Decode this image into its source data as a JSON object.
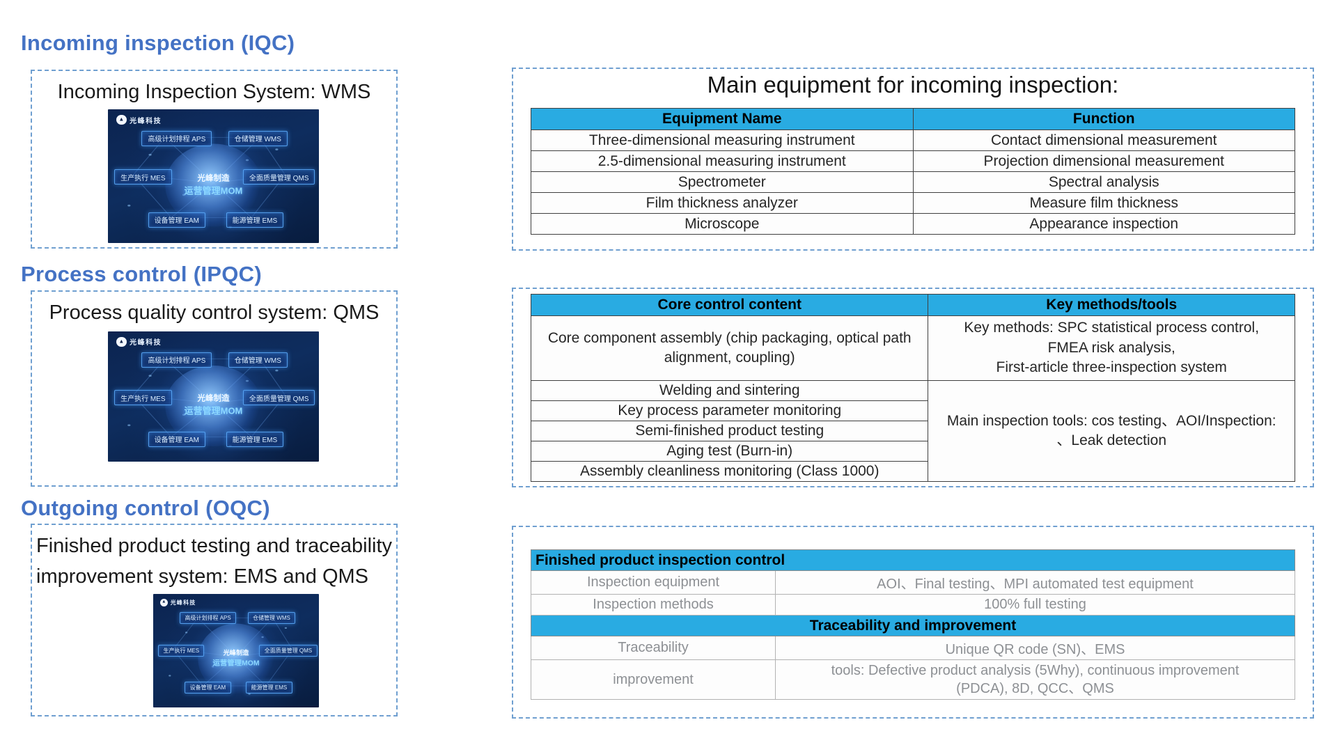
{
  "colors": {
    "heading_blue": "#4472C4",
    "table_header_cyan": "#29ABE2",
    "dashed_border_blue": "#6F9FD0",
    "diagram_navy": "#0C2450",
    "outgoing_text_gray": "#8D9094"
  },
  "sections": {
    "iqc": {
      "heading": "Incoming inspection  (IQC)",
      "box_title": "Incoming Inspection System:   WMS"
    },
    "ipqc": {
      "heading": "Process control  (IPQC)",
      "box_title": "Process quality control system:   QMS"
    },
    "oqc": {
      "heading": "Outgoing control  (OQC)",
      "box_title": "Finished product testing and traceability improvement system:   EMS and QMS"
    }
  },
  "mom": {
    "logo_mark": "▲",
    "logo_text": "光峰科技",
    "center_line1": "光峰制造",
    "center_line2": "运营管理MOM",
    "nodes": [
      "高级计划排程 APS",
      "仓储管理 WMS",
      "生产执行 MES",
      "全面质量管理 QMS",
      "设备管理 EAM",
      "能源管理 EMS"
    ]
  },
  "equipment_table": {
    "title": "Main equipment for incoming inspection:",
    "headers": [
      "Equipment Name",
      "Function"
    ],
    "rows": [
      [
        "Three-dimensional measuring instrument",
        "Contact dimensional measurement"
      ],
      [
        "2.5-dimensional measuring instrument",
        "Projection dimensional measurement"
      ],
      [
        "Spectrometer",
        "Spectral analysis"
      ],
      [
        "Film thickness analyzer",
        "Measure film thickness"
      ],
      [
        "Microscope",
        "Appearance inspection"
      ]
    ]
  },
  "process_table": {
    "headers": [
      "Core control content",
      "Key methods/tools"
    ],
    "left_rows": [
      "Core component assembly (chip packaging, optical path alignment, coupling)",
      "Welding and sintering",
      "Key process parameter monitoring",
      "Semi-finished product testing",
      "Aging test (Burn-in)",
      "Assembly cleanliness monitoring (Class 1000)"
    ],
    "right_top": "Key methods:  SPC statistical process control,\nFMEA risk analysis,\nFirst-article three-inspection system",
    "right_bottom": "Main inspection tools:  cos testing、AOI/Inspection:\n、Leak detection"
  },
  "outgoing_table": {
    "header1": "Finished product inspection control",
    "rows1": [
      [
        "Inspection equipment",
        "AOI、Final testing、MPI automated test equipment"
      ],
      [
        "Inspection methods",
        "100% full testing"
      ]
    ],
    "header2": "Traceability and improvement",
    "rows2": [
      [
        "Traceability",
        "Unique QR code (SN)、EMS"
      ],
      [
        "improvement",
        "tools:  Defective product analysis (5Why), continuous improvement\n(PDCA), 8D,  QCC、QMS"
      ]
    ]
  }
}
